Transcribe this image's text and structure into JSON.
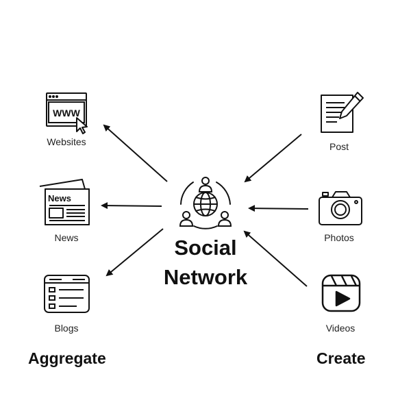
{
  "center": {
    "title_line1": "Social",
    "title_line2": "Network",
    "icon": "globe-people-network-icon"
  },
  "aggregate": {
    "heading": "Aggregate",
    "items": [
      {
        "label": "Websites",
        "icon": "browser-www-cursor-icon"
      },
      {
        "label": "News",
        "icon": "newspaper-icon"
      },
      {
        "label": "Blogs",
        "icon": "blog-layout-icon"
      }
    ]
  },
  "create": {
    "heading": "Create",
    "items": [
      {
        "label": "Post",
        "icon": "document-pencil-icon"
      },
      {
        "label": "Photos",
        "icon": "camera-icon"
      },
      {
        "label": "Videos",
        "icon": "video-play-icon"
      }
    ]
  },
  "colors": {
    "ink": "#111111",
    "background": "#ffffff"
  }
}
